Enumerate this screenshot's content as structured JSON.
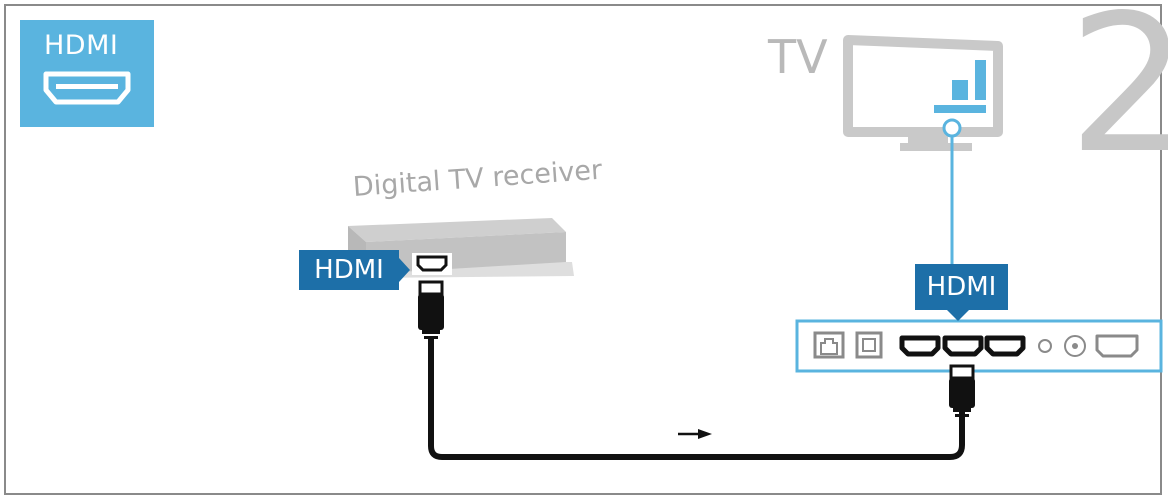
{
  "badge": {
    "label": "HDMI",
    "icon": "hdmi-port-icon",
    "color": "#5ab4df"
  },
  "step_number": "2",
  "tv": {
    "label": "TV"
  },
  "receiver": {
    "label": "Digital TV receiver"
  },
  "connectors": {
    "receiver_port_label": "HDMI",
    "tv_port_label": "HDMI",
    "tag_color": "#1d6fa8",
    "accent_color": "#5ab4df"
  },
  "direction_arrow": "right-arrow-icon"
}
